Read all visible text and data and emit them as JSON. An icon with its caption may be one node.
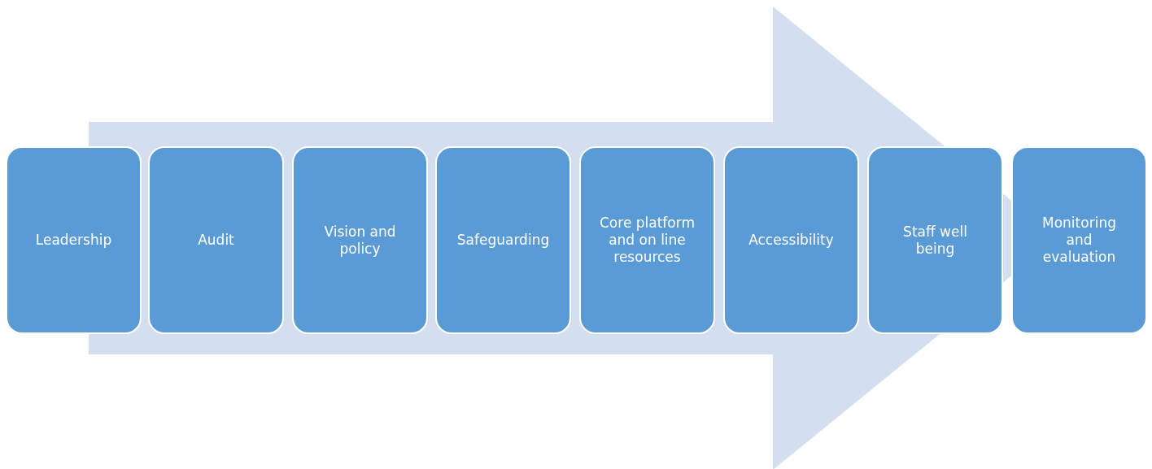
{
  "diagram": {
    "nodes": [
      {
        "text": [
          "Leadership"
        ]
      },
      {
        "text": [
          "Audit"
        ]
      },
      {
        "text": [
          "Vision and policy"
        ]
      },
      {
        "text": [
          "Safeguarding"
        ]
      },
      {
        "text": [
          "Core platform and on line resources"
        ]
      },
      {
        "text": [
          "Accessibility"
        ]
      },
      {
        "text": [
          "Staff well being"
        ]
      },
      {
        "text": [
          "Monitoring and evaluation"
        ]
      }
    ],
    "edges": [
      {
        "from": 0,
        "to": 7,
        "arrow": "to",
        "style": "thick"
      }
    ]
  }
}
